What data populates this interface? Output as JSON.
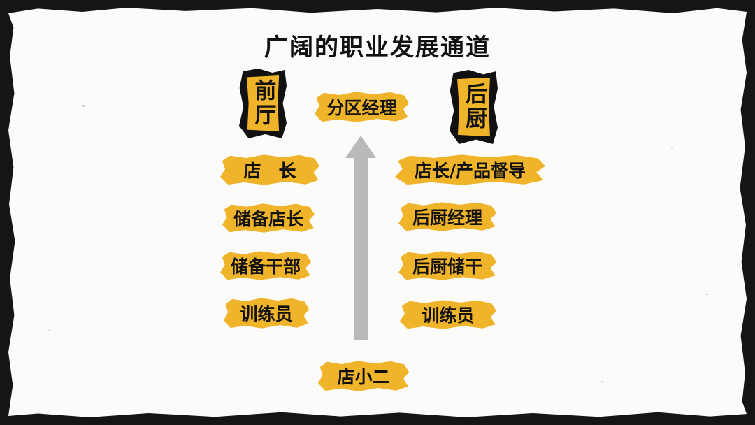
{
  "title": "广阔的职业发展通道",
  "front_tag": "前厅",
  "back_tag": "后厨",
  "top": "分区经理",
  "bottom": "店小二",
  "front": [
    "店　长",
    "储备店长",
    "储备干部",
    "训练员"
  ],
  "back": [
    "店长/产品督导",
    "后厨经理",
    "后厨储干",
    "训练员"
  ],
  "colors": {
    "label_fill": "#f0b42b",
    "frame": "#151515",
    "arrow": "#b9b9b9",
    "text": "#111111"
  }
}
